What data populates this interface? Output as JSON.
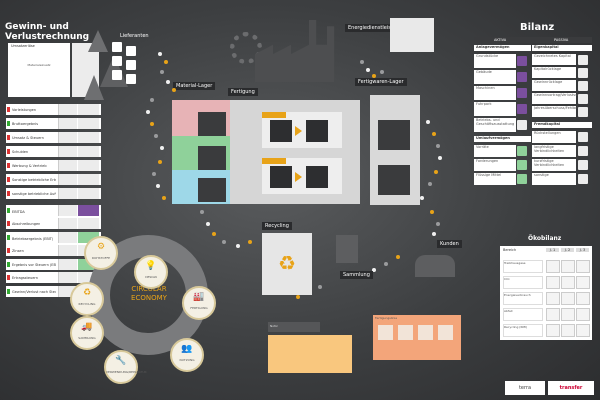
{
  "left": {
    "title_line1": "Gewinn- und",
    "title_line2": "Verlustrechnung",
    "umsatz_label": "Umsatzerlöse",
    "umsatz_sub": "Materialeinsatz",
    "rows_top": [
      "Vorleistungen",
      "Bruttoergebnis",
      "Umsatz & Steuern",
      "Schulden",
      "Werbung & Vertrieb",
      "Sonstige betriebliche Erträge",
      "sonstige betriebliche Aufwendungen"
    ],
    "ebitda": "EBITDA",
    "abschreibungen": "Abschreibungen",
    "betriebsergebnis": "Betriebsergebnis (EBIT)",
    "zinsen": "Zinsen",
    "ergebnis_vor_steuern": "Ergebnis vor Steuern (EBT)",
    "steuern": "Ertragssteuern",
    "gewinn": "Gewinn/Verlust nach Steuern (EAT)"
  },
  "center": {
    "lieferanten": "Lieferanten",
    "energie": "Energiedienstleister",
    "material_lager": "Material-Lager",
    "fertigung": "Fertigung",
    "fertigwaren_lager": "Fertigwaren-Lager",
    "recycling": "Recycling",
    "sammlung": "Sammlung",
    "kunden": "Kunden"
  },
  "circular": {
    "title_line1": "CIRCULAR",
    "title_line2": "ECONOMY",
    "nodes": [
      "ROHSTOFFE",
      "DESIGN",
      "FERTIGUNG",
      "NUTZUNG",
      "VERWENDUNG/REPARATUR",
      "SAMMLUNG",
      "RECYCLING"
    ]
  },
  "bilanz": {
    "title": "Bilanz",
    "aktiva": "AKTIVA",
    "passiva": "PASSIVA",
    "anlage": "Anlagevermögen",
    "eigenkapital": "Eigenkapital",
    "left_rows": [
      "Grundstücke",
      "Gebäude",
      "Maschinen",
      "Fuhrpark",
      "Betriebs- und Geschäftsausstattung"
    ],
    "right_rows": [
      "Gezeichnetes Kapital",
      "Kapitalrücklage",
      "Gewinnrücklage",
      "Gewinnvortrag/Verlustvortrag",
      "Jahresüberschuss/Fehlbetrag"
    ],
    "umlauf": "Umlaufvermögen",
    "fremdkapital": "Fremdkapital",
    "umlauf_rows": [
      "Vorräte",
      "Forderungen",
      "Flüssige Mittel"
    ],
    "fremd_rows": [
      "Rückstellungen",
      "langfristige Verbindlichkeiten",
      "kurzfristige Verbindlichkeiten",
      "sonstige"
    ]
  },
  "oeko": {
    "title": "Ökobilanz",
    "bereich": "Bereich",
    "cols": [
      "J. 1",
      "J. 2",
      "J. 3"
    ],
    "rows": [
      "Treibhausgase",
      "CO₂",
      "Energieverbrauch",
      "Abfall",
      "Recycling (RMI)"
    ]
  },
  "bottom": {
    "flow_label": "Fertigungslinie",
    "note_label": "Notiz",
    "logo_terra": "terra",
    "logo_trans": "transfer"
  },
  "colors": {
    "accent_orange": "#e8a318",
    "pink": "#e7b3b6",
    "green": "#8fd19a",
    "blue": "#9ed8e8",
    "purple": "#7b4f9e",
    "sticky": "#f9c77e"
  }
}
